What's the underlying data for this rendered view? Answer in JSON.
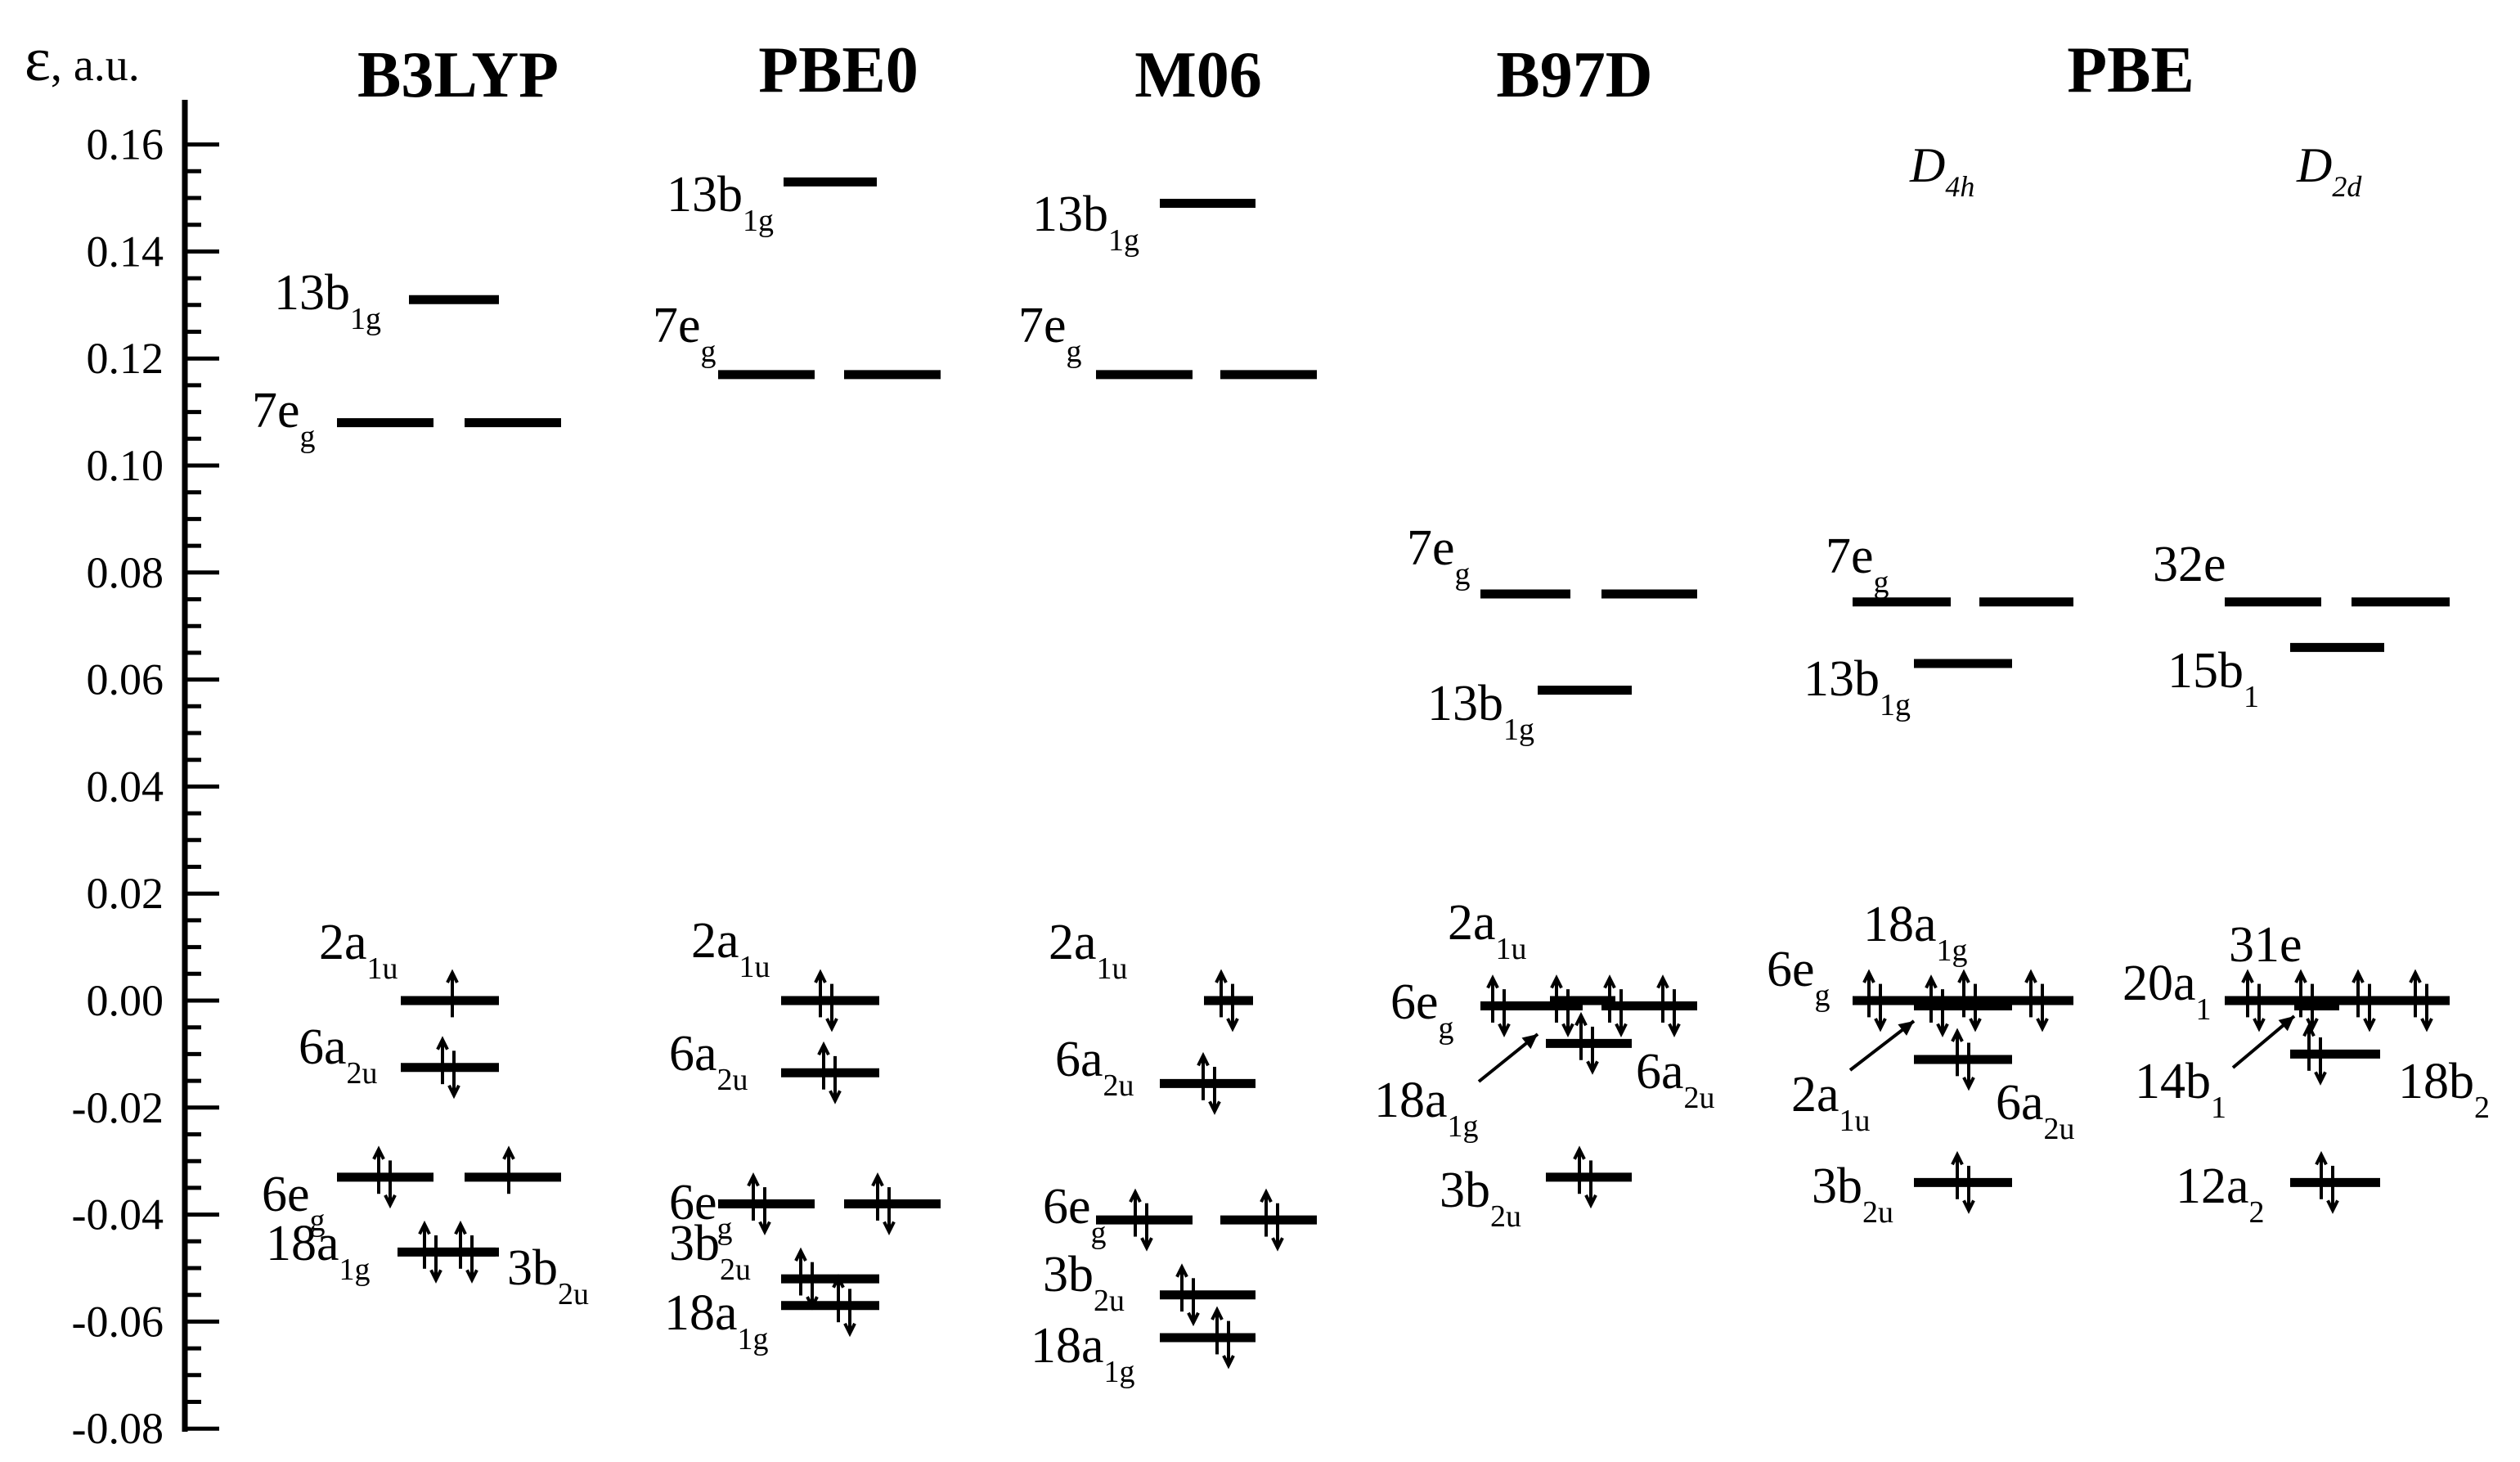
{
  "axis": {
    "symbol": "ε",
    "unit": ", a.u.",
    "range": [
      -0.08,
      0.16
    ],
    "major_step": 0.02,
    "minor_step": 0.005,
    "tick_labels": [
      "0.16",
      "0.14",
      "0.12",
      "0.10",
      "0.08",
      "0.06",
      "0.04",
      "0.02",
      "0.00",
      "-0.02",
      "-0.04",
      "-0.06",
      "-0.08"
    ]
  },
  "subgroups": [
    {
      "id": "d4h",
      "main": "D",
      "sub": "4h"
    },
    {
      "id": "d2d",
      "main": "D",
      "sub": "2d"
    }
  ],
  "columns": [
    {
      "id": "b3lyp",
      "header": "B3LYP",
      "levels": [
        {
          "main": "13b",
          "sub": "1g",
          "energy": 0.131,
          "occupied": false
        },
        {
          "main": "7e",
          "sub": "g",
          "energy": 0.108,
          "occupied": false,
          "degenerate": true
        },
        {
          "main": "2a",
          "sub": "1u",
          "energy": 0.0,
          "occupied": true
        },
        {
          "main": "6a",
          "sub": "2u",
          "energy": -0.0125,
          "occupied": true
        },
        {
          "main": "6e",
          "sub": "g",
          "energy": -0.033,
          "occupied": true,
          "degenerate": true
        },
        {
          "main": "18a",
          "sub": "1g",
          "energy": -0.047,
          "occupied": true
        },
        {
          "main": "3b",
          "sub": "2u",
          "energy": -0.047,
          "occupied": true
        }
      ]
    },
    {
      "id": "pbe0",
      "header": "PBE0",
      "levels": [
        {
          "main": "13b",
          "sub": "1g",
          "energy": 0.153,
          "occupied": false
        },
        {
          "main": "7e",
          "sub": "g",
          "energy": 0.117,
          "occupied": false,
          "degenerate": true
        },
        {
          "main": "2a",
          "sub": "1u",
          "energy": 0.0,
          "occupied": true
        },
        {
          "main": "6a",
          "sub": "2u",
          "energy": -0.0135,
          "occupied": true
        },
        {
          "main": "6e",
          "sub": "g",
          "energy": -0.038,
          "occupied": true,
          "degenerate": true
        },
        {
          "main": "3b",
          "sub": "2u",
          "energy": -0.052,
          "occupied": true
        },
        {
          "main": "18a",
          "sub": "1g",
          "energy": -0.057,
          "occupied": true
        }
      ]
    },
    {
      "id": "m06",
      "header": "M06",
      "levels": [
        {
          "main": "13b",
          "sub": "1g",
          "energy": 0.149,
          "occupied": false
        },
        {
          "main": "7e",
          "sub": "g",
          "energy": 0.117,
          "occupied": false,
          "degenerate": true
        },
        {
          "main": "2a",
          "sub": "1u",
          "energy": 0.0,
          "occupied": true
        },
        {
          "main": "6a",
          "sub": "2u",
          "energy": -0.0155,
          "occupied": true
        },
        {
          "main": "6e",
          "sub": "g",
          "energy": -0.041,
          "occupied": true,
          "degenerate": true
        },
        {
          "main": "3b",
          "sub": "2u",
          "energy": -0.055,
          "occupied": true
        },
        {
          "main": "18a",
          "sub": "1g",
          "energy": -0.063,
          "occupied": true
        }
      ]
    },
    {
      "id": "b97d",
      "header": "B97D",
      "levels": [
        {
          "main": "7e",
          "sub": "g",
          "energy": 0.076,
          "occupied": false,
          "degenerate": true
        },
        {
          "main": "13b",
          "sub": "1g",
          "energy": 0.058,
          "occupied": false
        },
        {
          "main": "2a",
          "sub": "1u",
          "energy": 0.0,
          "occupied": true
        },
        {
          "main": "6e",
          "sub": "g",
          "energy": -0.001,
          "occupied": true,
          "degenerate": true
        },
        {
          "main": "18a",
          "sub": "1g",
          "energy": -0.008,
          "occupied": true
        },
        {
          "main": "6a",
          "sub": "2u",
          "energy": -0.008,
          "occupied": true
        },
        {
          "main": "3b",
          "sub": "2u",
          "energy": -0.033,
          "occupied": true
        }
      ]
    },
    {
      "id": "pbe_d4h",
      "header": "PBE",
      "subgroup": "d4h",
      "levels": [
        {
          "main": "7e",
          "sub": "g",
          "energy": 0.0745,
          "occupied": false,
          "degenerate": true
        },
        {
          "main": "13b",
          "sub": "1g",
          "energy": 0.063,
          "occupied": false
        },
        {
          "main": "18a",
          "sub": "1g",
          "energy": 0.0,
          "occupied": true
        },
        {
          "main": "6e",
          "sub": "g",
          "energy": 0.0,
          "occupied": true,
          "degenerate": true
        },
        {
          "main": "2a",
          "sub": "1u",
          "energy": -0.001,
          "occupied": true
        },
        {
          "main": "6a",
          "sub": "2u",
          "energy": -0.011,
          "occupied": true
        },
        {
          "main": "3b",
          "sub": "2u",
          "energy": -0.034,
          "occupied": true
        }
      ]
    },
    {
      "id": "pbe_d2d",
      "subgroup": "d2d",
      "levels": [
        {
          "main": "32e",
          "sub": "",
          "energy": 0.0745,
          "occupied": false,
          "degenerate": true
        },
        {
          "main": "15b",
          "sub": "1",
          "energy": 0.066,
          "occupied": false
        },
        {
          "main": "31e",
          "sub": "",
          "energy": 0.0,
          "occupied": true,
          "degenerate": true
        },
        {
          "main": "20a",
          "sub": "1",
          "energy": 0.0,
          "occupied": true
        },
        {
          "main": "14b",
          "sub": "1",
          "energy": -0.001,
          "occupied": true
        },
        {
          "main": "18b",
          "sub": "2",
          "energy": -0.01,
          "occupied": true
        },
        {
          "main": "12a",
          "sub": "2",
          "energy": -0.034,
          "occupied": true
        }
      ]
    }
  ]
}
